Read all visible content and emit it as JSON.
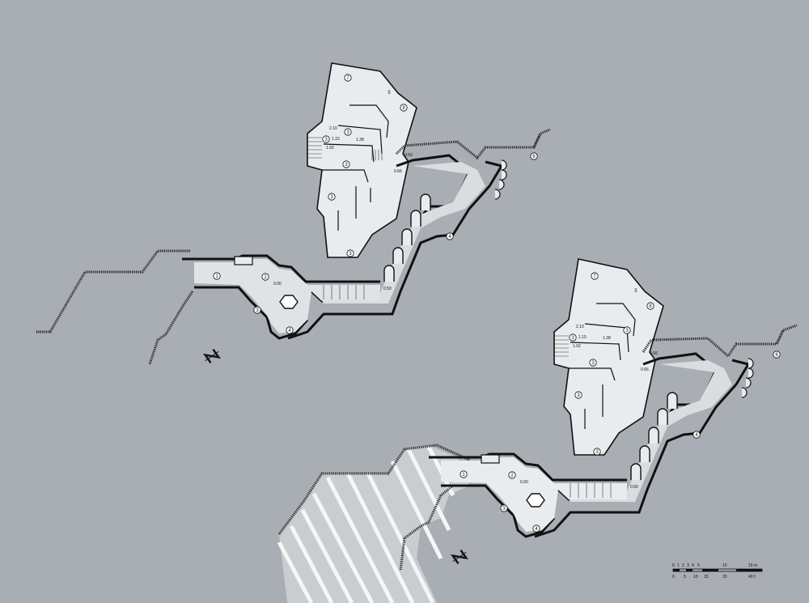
{
  "drawing": {
    "colors": {
      "paper": "#a8aeb3",
      "ink": "#111111",
      "floor": "#e9ecee",
      "stripe": "#f4f6f7"
    },
    "plan_upper": {
      "room_numbers": [
        "1",
        "2",
        "3",
        "3",
        "3",
        "3",
        "3",
        "4",
        "4",
        "5",
        "6",
        "7",
        "8"
      ],
      "elevations": [
        "0.00",
        "0.50",
        "0.50",
        "0.66",
        "1.15",
        "1.38",
        "1.92",
        "2.10"
      ]
    },
    "plan_lower": {
      "room_numbers": [
        "1",
        "2",
        "3",
        "3",
        "3",
        "3",
        "3",
        "4",
        "4",
        "5",
        "6",
        "7",
        "8"
      ],
      "elevations": [
        "0.00",
        "0.50",
        "0.56",
        "0.66",
        "1.15",
        "1.38",
        "1.92",
        "2.10"
      ]
    },
    "north_arrow_letter": "N",
    "scale_bar": {
      "top_ticks": [
        "0",
        "1",
        "2",
        "3",
        "4",
        "5",
        "10",
        "15 m"
      ],
      "bottom_ticks": [
        "0",
        "5",
        "10",
        "15",
        "20",
        "40 f"
      ]
    }
  }
}
